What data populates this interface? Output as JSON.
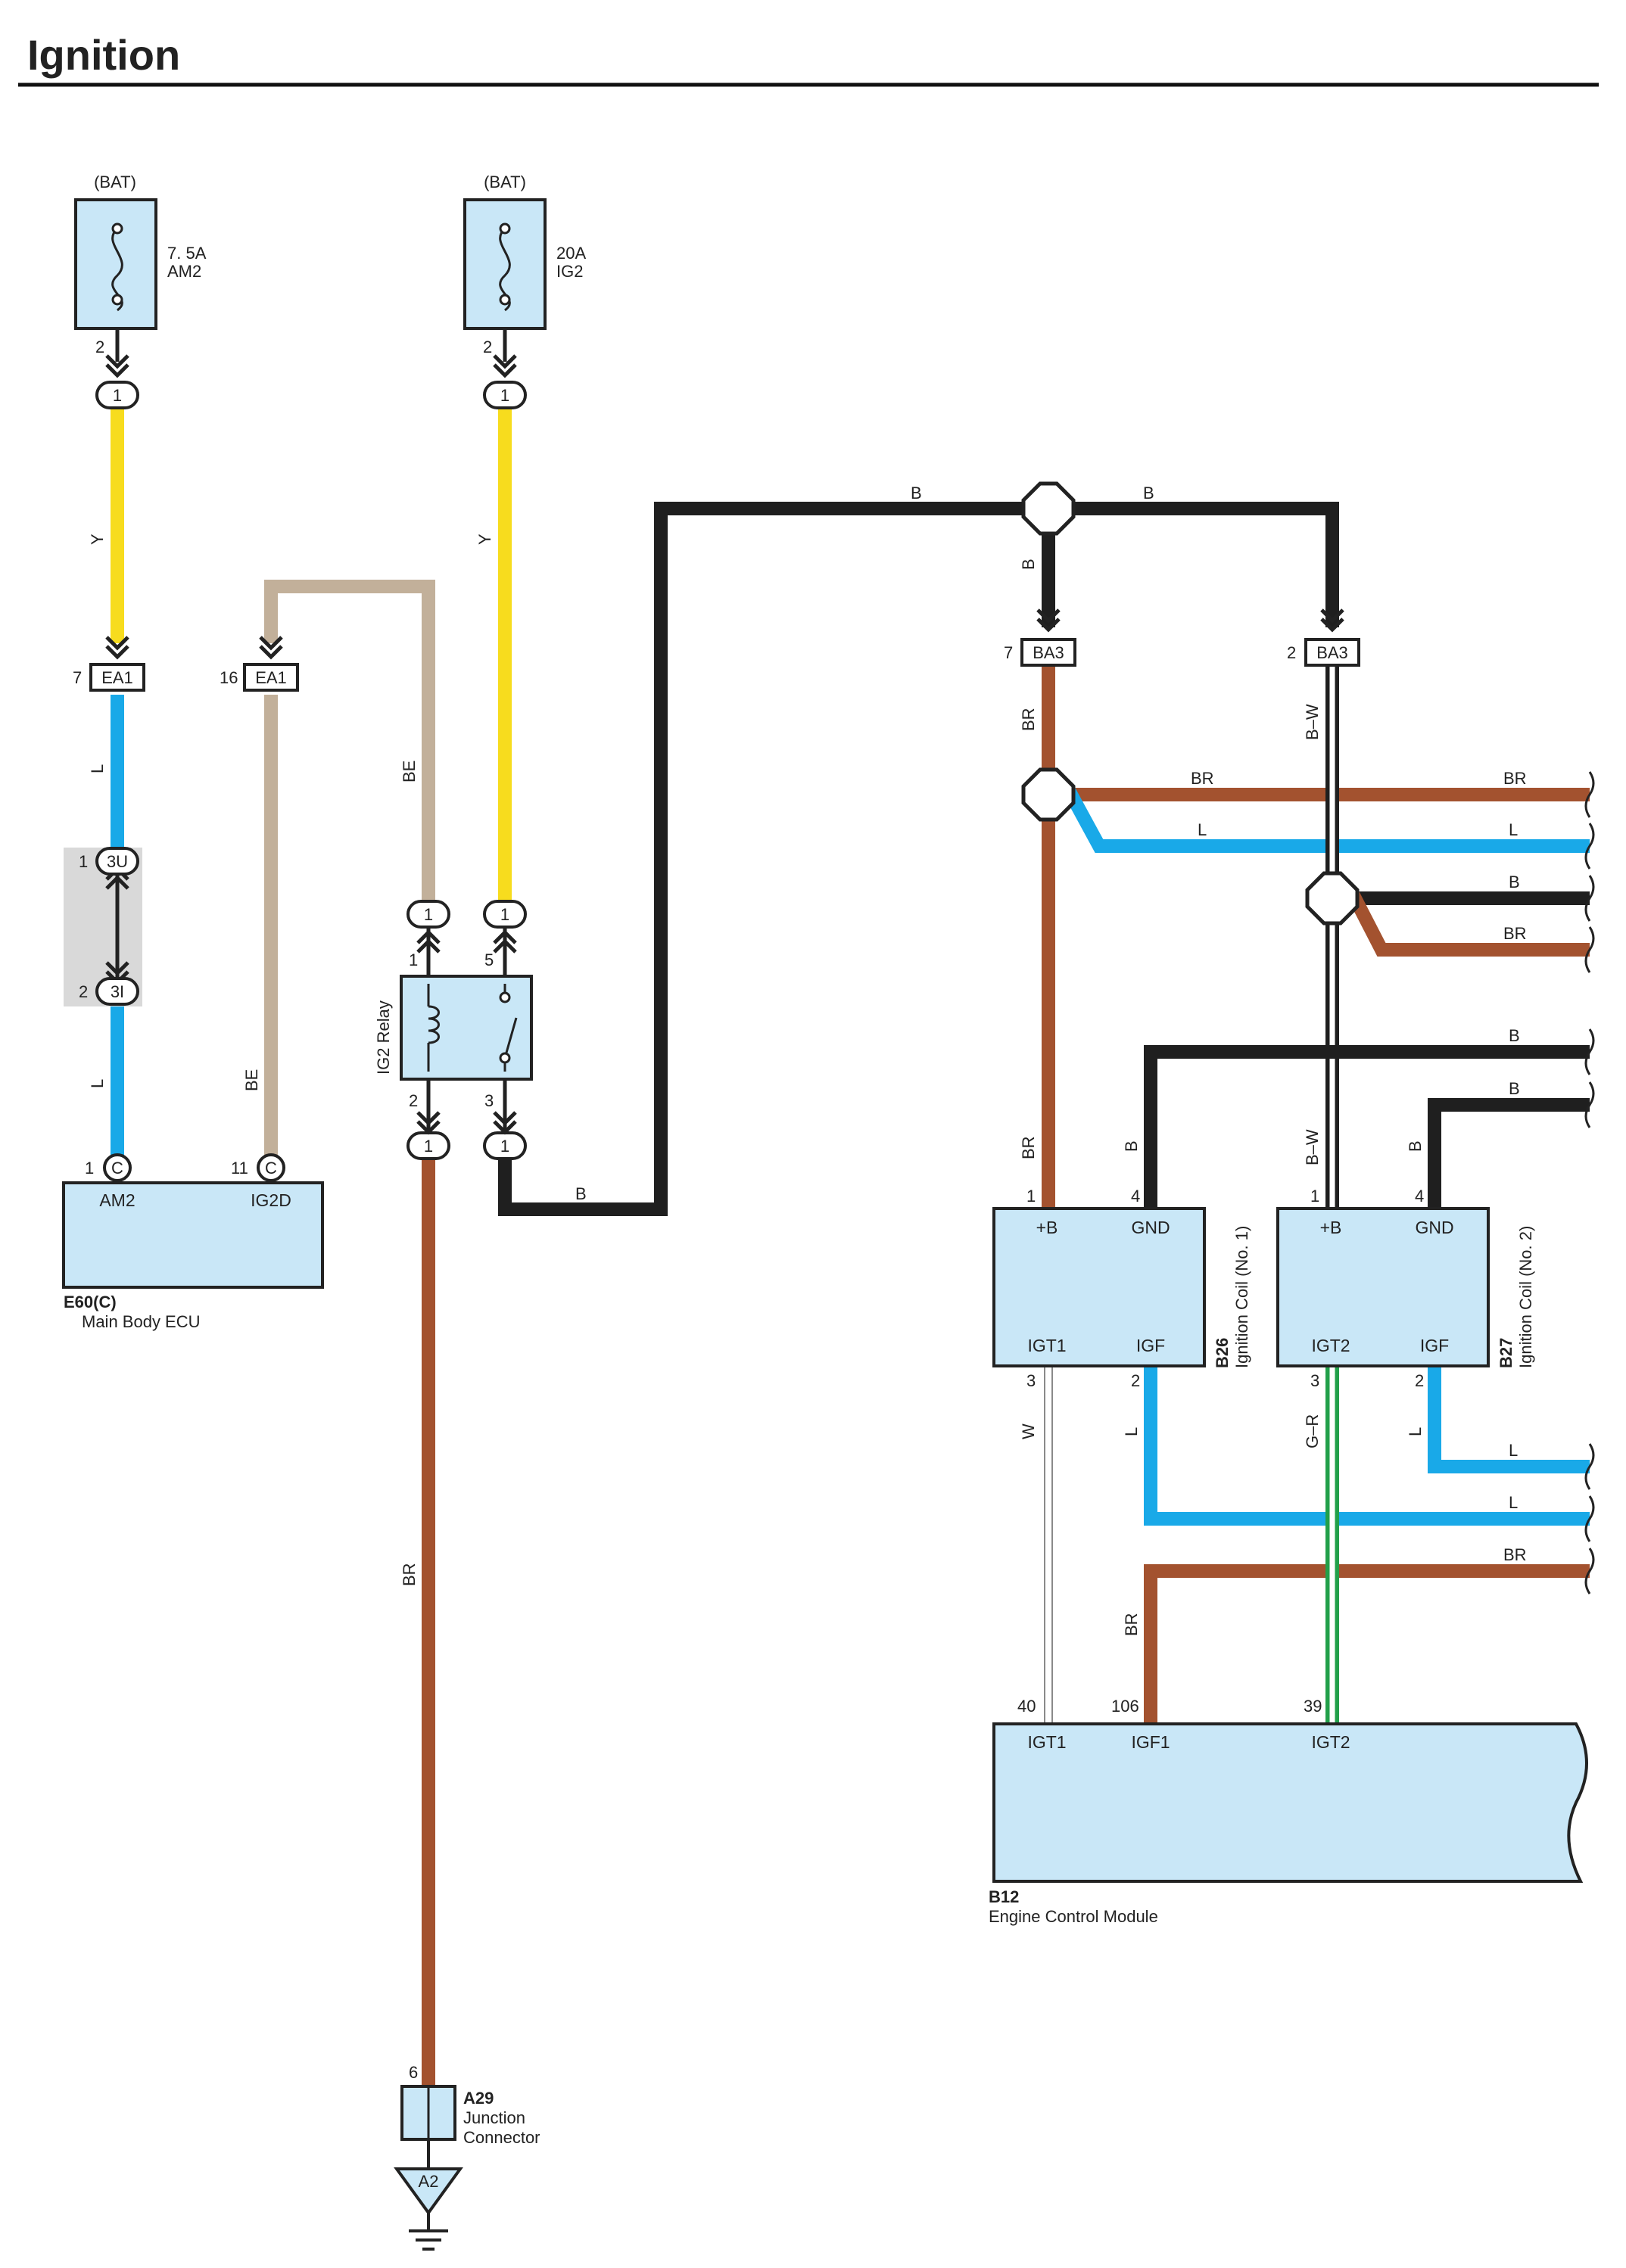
{
  "page": {
    "title": "Ignition"
  },
  "colors": {
    "Y": "#f7dc1e",
    "L": "#19a9e8",
    "BE": "#c2b09a",
    "BR": "#a3522f",
    "B": "#1f1f1f",
    "W": "#ffffff",
    "G": "#22a04a",
    "component_fill": "#c9e7f7"
  },
  "fuses": {
    "am2": {
      "source": "(BAT)",
      "rating": "7. 5A",
      "name": "AM2",
      "pin": "2"
    },
    "ig2": {
      "source": "(BAT)",
      "rating": "20A",
      "name": "IG2",
      "pin": "2"
    }
  },
  "connectors": {
    "oval_1": "1",
    "ea1": "EA1",
    "ea1_pin_a": "7",
    "ea1_pin_b": "16",
    "u3": "3U",
    "u3_pin": "1",
    "i3": "3I",
    "i3_pin": "2",
    "c": "C",
    "c_pin_a": "1",
    "c_pin_b": "11",
    "ba3": "BA3",
    "ba3_pin_a": "7",
    "ba3_pin_b": "2"
  },
  "relay": {
    "name": "IG2 Relay",
    "pins": [
      "1",
      "5",
      "2",
      "3"
    ]
  },
  "wires": {
    "y": "Y",
    "l": "L",
    "be": "BE",
    "br": "BR",
    "b": "B",
    "bw": "B–W",
    "w": "W",
    "gr": "G–R"
  },
  "components": {
    "e60": {
      "code": "E60(C)",
      "name": "Main Body ECU",
      "terminals": [
        "AM2",
        "IG2D"
      ]
    },
    "b26": {
      "code": "B26",
      "name": "Ignition Coil (No. 1)",
      "terminals": [
        "+B",
        "GND",
        "IGT1",
        "IGF"
      ],
      "pins": [
        "1",
        "4",
        "3",
        "2"
      ]
    },
    "b27": {
      "code": "B27",
      "name": "Ignition Coil (No. 2)",
      "terminals": [
        "+B",
        "GND",
        "IGT2",
        "IGF"
      ],
      "pins": [
        "1",
        "4",
        "3",
        "2"
      ]
    },
    "b12": {
      "code": "B12",
      "name": "Engine Control Module",
      "terminals": [
        "IGT1",
        "IGF1",
        "IGT2"
      ],
      "pins": [
        "40",
        "106",
        "39"
      ]
    },
    "a29": {
      "code": "A29",
      "name_line1": "Junction",
      "name_line2": "Connector",
      "pin": "6"
    },
    "ground": {
      "label": "A2"
    }
  }
}
